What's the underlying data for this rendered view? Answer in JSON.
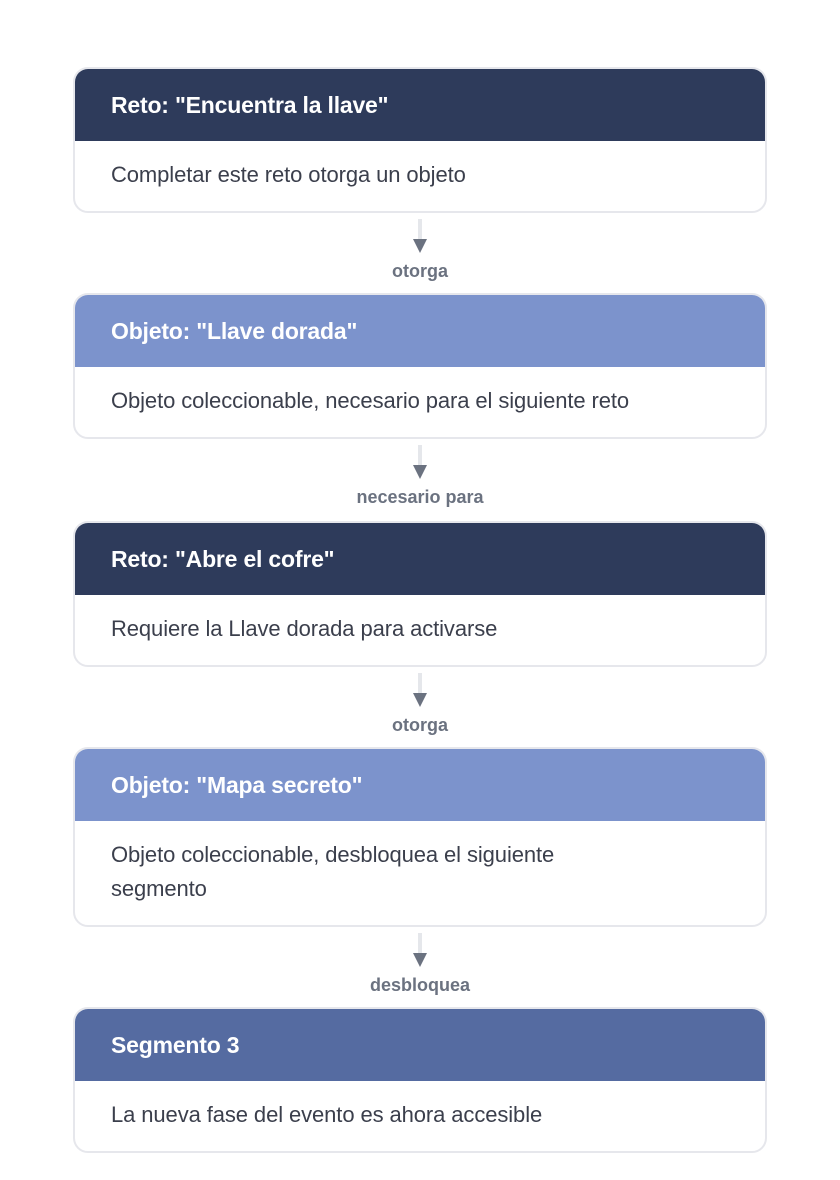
{
  "colors": {
    "challenge": "#2e3b5b",
    "object": "#7c93cc",
    "segment": "#556ba1",
    "connector_line": "#e5e7eb",
    "connector_head": "#6b7280",
    "label": "#6b7280",
    "card_border": "#e6e7ec",
    "body_text": "#3b3f4c"
  },
  "nodes": [
    {
      "type": "challenge",
      "title": "Reto: \"Encuentra la llave\"",
      "description": "Completar este reto otorga un objeto"
    },
    {
      "type": "object",
      "title": "Objeto: \"Llave dorada\"",
      "description": "Objeto coleccionable, necesario para el siguiente reto"
    },
    {
      "type": "challenge",
      "title": "Reto: \"Abre el cofre\"",
      "description": "Requiere la Llave dorada para activarse"
    },
    {
      "type": "object",
      "title": "Objeto: \"Mapa secreto\"",
      "description": "Objeto coleccionable, desbloquea el siguiente segmento"
    },
    {
      "type": "segment",
      "title": "Segmento 3",
      "description": "La nueva fase del evento es ahora accesible"
    }
  ],
  "edges": [
    {
      "from": 0,
      "to": 1,
      "label": "otorga"
    },
    {
      "from": 1,
      "to": 2,
      "label": "necesario para"
    },
    {
      "from": 2,
      "to": 3,
      "label": "otorga"
    },
    {
      "from": 3,
      "to": 4,
      "label": "desbloquea"
    }
  ]
}
